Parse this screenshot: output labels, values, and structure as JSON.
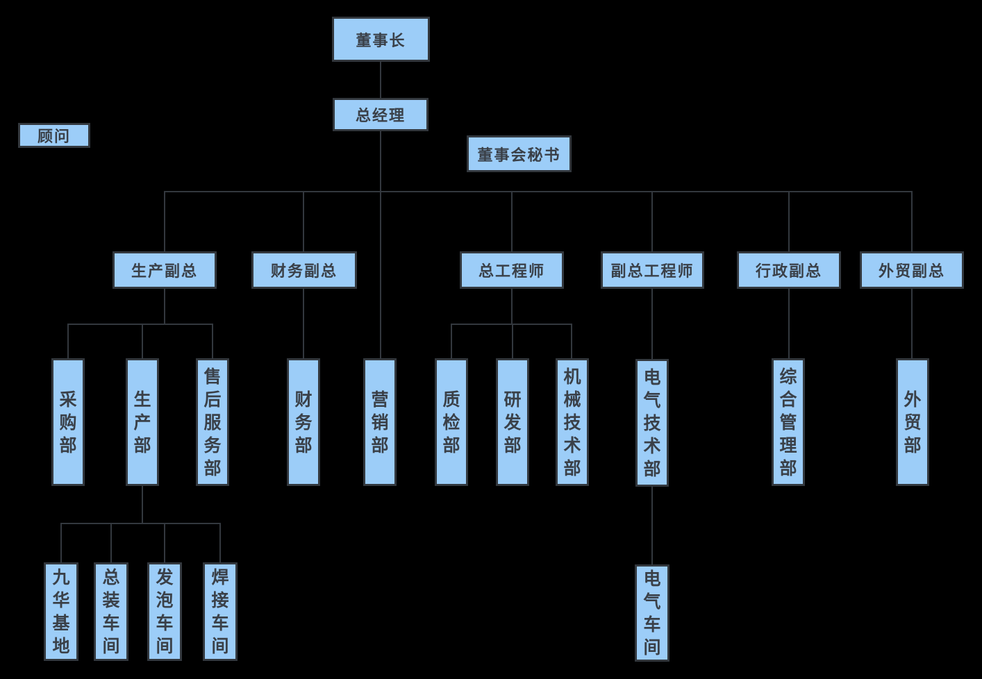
{
  "colors": {
    "background": "#000000",
    "node_fill": "#9CCDF8",
    "node_border": "#33383E",
    "line": "#33383E",
    "text": "#3A4048"
  },
  "nodes": {
    "chairman": {
      "label": "董事长"
    },
    "general_manager": {
      "label": "总经理"
    },
    "advisor": {
      "label": "顾问"
    },
    "board_secretary": {
      "label": "董事会秘书"
    },
    "production_vp": {
      "label": "生产副总"
    },
    "finance_vp": {
      "label": "财务副总"
    },
    "chief_engineer": {
      "label": "总工程师"
    },
    "deputy_chief_engineer": {
      "label": "副总工程师"
    },
    "admin_vp": {
      "label": "行政副总"
    },
    "foreign_trade_vp": {
      "label": "外贸副总"
    },
    "purchasing_dept": {
      "label": "采购部"
    },
    "production_dept": {
      "label": "生产部"
    },
    "after_sales_dept": {
      "label": "售后服务部"
    },
    "finance_dept": {
      "label": "财务部"
    },
    "marketing_dept": {
      "label": "营销部"
    },
    "quality_dept": {
      "label": "质检部"
    },
    "rnd_dept": {
      "label": "研发部"
    },
    "mechanical_tech_dept": {
      "label": "机械技术部"
    },
    "electrical_tech_dept": {
      "label": "电气技术部"
    },
    "general_mgmt_dept": {
      "label": "综合管理部"
    },
    "foreign_trade_dept": {
      "label": "外贸部"
    },
    "jiuhua_base": {
      "label": "九华基地"
    },
    "assembly_workshop": {
      "label": "总装车间"
    },
    "foaming_workshop": {
      "label": "发泡车间"
    },
    "welding_workshop": {
      "label": "焊接车间"
    },
    "electrical_workshop": {
      "label": "电气车间"
    }
  }
}
